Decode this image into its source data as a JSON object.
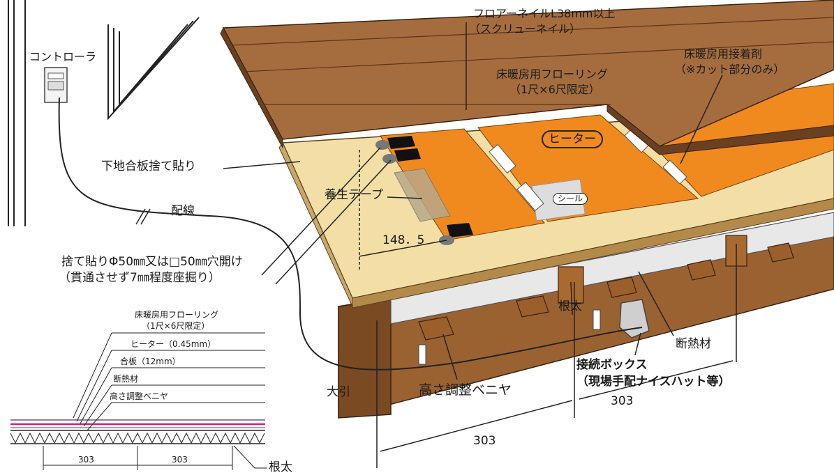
{
  "labels": {
    "nail_line1": "フロアーネイルL38mm以上",
    "nail_line2": "（スクリューネイル）",
    "adhesive_line1": "床暖房用接着剤",
    "adhesive_line2": "（※カット部分のみ）",
    "flooring_line1": "床暖房用フローリング",
    "flooring_line2": "（1尺×6尺限定）",
    "controller": "コントローラ",
    "heater": "ヒーター",
    "seal": "シール",
    "subfloor": "下地合板捨て貼り",
    "protect_tape": "養生テープ",
    "wiring": "配線",
    "dim_148": "148．5",
    "hole_line1": "捨て貼りΦ50㎜又は□50㎜穴開け",
    "hole_line2": "（貫通させず7㎜程度座掘り）",
    "joist": "根太",
    "insulation": "断熱材",
    "junction_line1": "接続ボックス",
    "junction_line2": "（現場手配ナイスハット等）",
    "beam": "大引",
    "shim": "高さ調整ベニヤ",
    "dim_303_a": "303",
    "dim_303_b": "303"
  },
  "section": {
    "layer1_line1": "床暖房用フローリング",
    "layer1_line2": "（1尺×6尺限定）",
    "layer2": "ヒーター（0.45mm）",
    "layer3": "合板（12mm）",
    "layer4": "断熱材",
    "layer5": "高さ調整ベニヤ",
    "dim_left": "303",
    "dim_right": "303",
    "joist": "根太"
  },
  "colors": {
    "wood_dark": "#8a5a32",
    "wood_mid": "#a06a3c",
    "plywood": "#f1dba0",
    "heater_orange": "#f08a1e",
    "insulation": "#e6e6e6",
    "section_pink": "#e0187a"
  }
}
